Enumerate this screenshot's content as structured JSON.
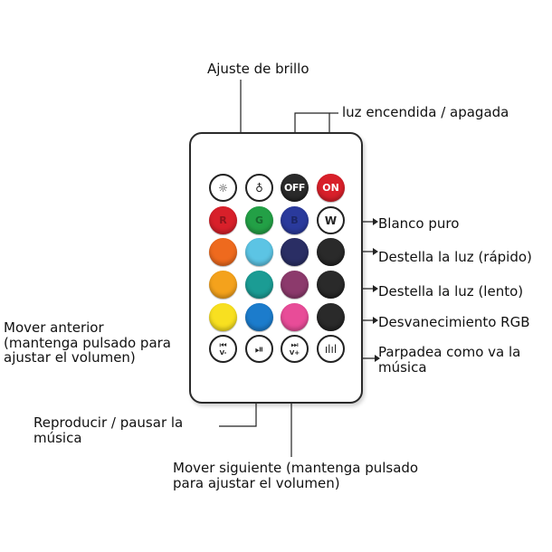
{
  "labels": {
    "brightness": "Ajuste de brillo",
    "power": "luz encendida / apagada",
    "white": "Blanco puro",
    "flash_fast": "Destella la luz (rápido)",
    "flash_slow": "Destella la luz (lento)",
    "fade": "Desvanecimiento RGB",
    "music_1": "Parpadea como va la",
    "music_2": "música",
    "prev_1": "Mover anterior",
    "prev_2": "(mantenga pulsado para",
    "prev_3": "ajustar el volumen)",
    "play_1": "Reproducir / pausar la",
    "play_2": "música",
    "next_1": "Mover siguiente (mantenga pulsado",
    "next_2": "para ajustar el volumen)"
  },
  "remote": {
    "off": "OFF",
    "on": "ON",
    "r": "R",
    "g": "G",
    "b": "B",
    "w": "W",
    "vol_down": "V-",
    "vol_up": "V+"
  },
  "colors": {
    "red": "#d8202a",
    "green": "#23a046",
    "blue": "#2a3a9c",
    "orange": "#ee6a1e",
    "cyan": "#5cc4e4",
    "navy": "#2a2e64",
    "amber": "#f4a21c",
    "teal": "#1b9c94",
    "plum": "#8c3a6c",
    "yellow": "#f8e020",
    "sky": "#1c7ccc",
    "pink": "#e84c98"
  }
}
